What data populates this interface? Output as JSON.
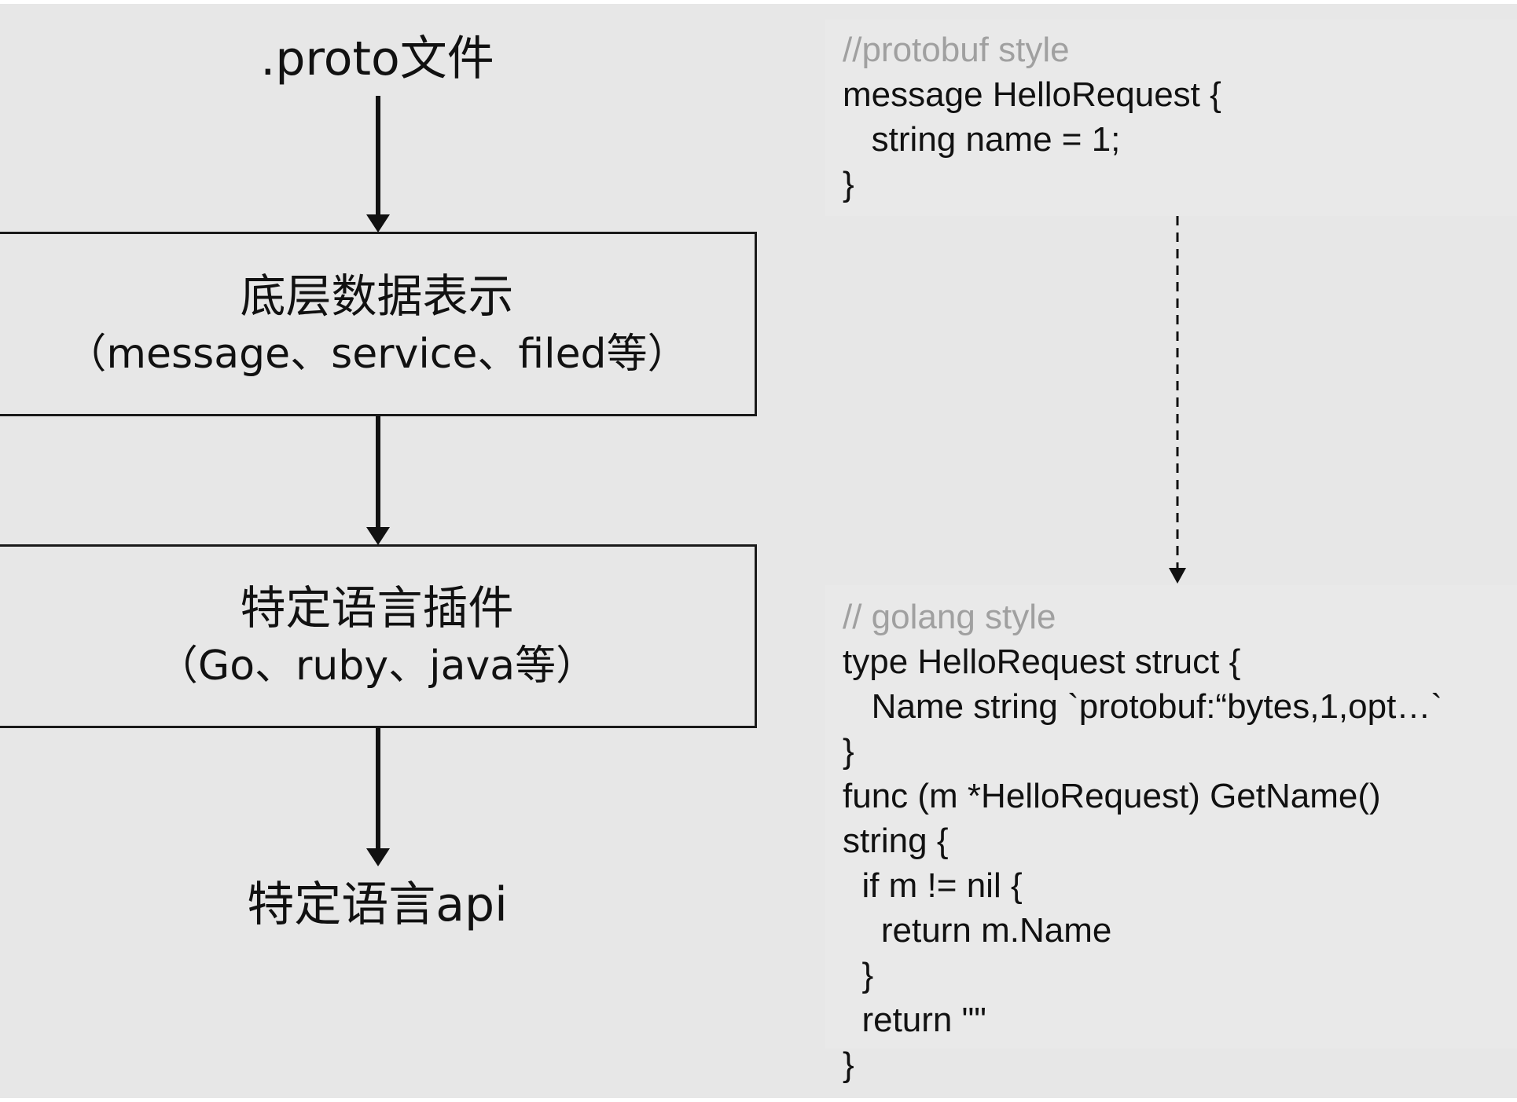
{
  "flow": {
    "proto_file": ".proto文件",
    "data_layer": {
      "title": "底层数据表示",
      "subtitle": "（message、service、filed等）"
    },
    "plugin": {
      "title": "特定语言插件",
      "subtitle": "（Go、ruby、java等）"
    },
    "api": "特定语言api"
  },
  "code_proto": {
    "comment": "//protobuf style",
    "lines": [
      "message HelloRequest {",
      "   string name = 1;",
      "}"
    ]
  },
  "code_go": {
    "comment": "// golang style",
    "lines": [
      "type HelloRequest struct {",
      "   Name string `protobuf:“bytes,1,opt…`",
      "}",
      "func (m *HelloRequest) GetName()",
      "string {",
      "  if m != nil {",
      "    return m.Name",
      "  }",
      "  return \"\"",
      "}"
    ]
  },
  "colors": {
    "background": "#e7e7e7",
    "text": "#111111",
    "comment": "#a0a0a0"
  }
}
